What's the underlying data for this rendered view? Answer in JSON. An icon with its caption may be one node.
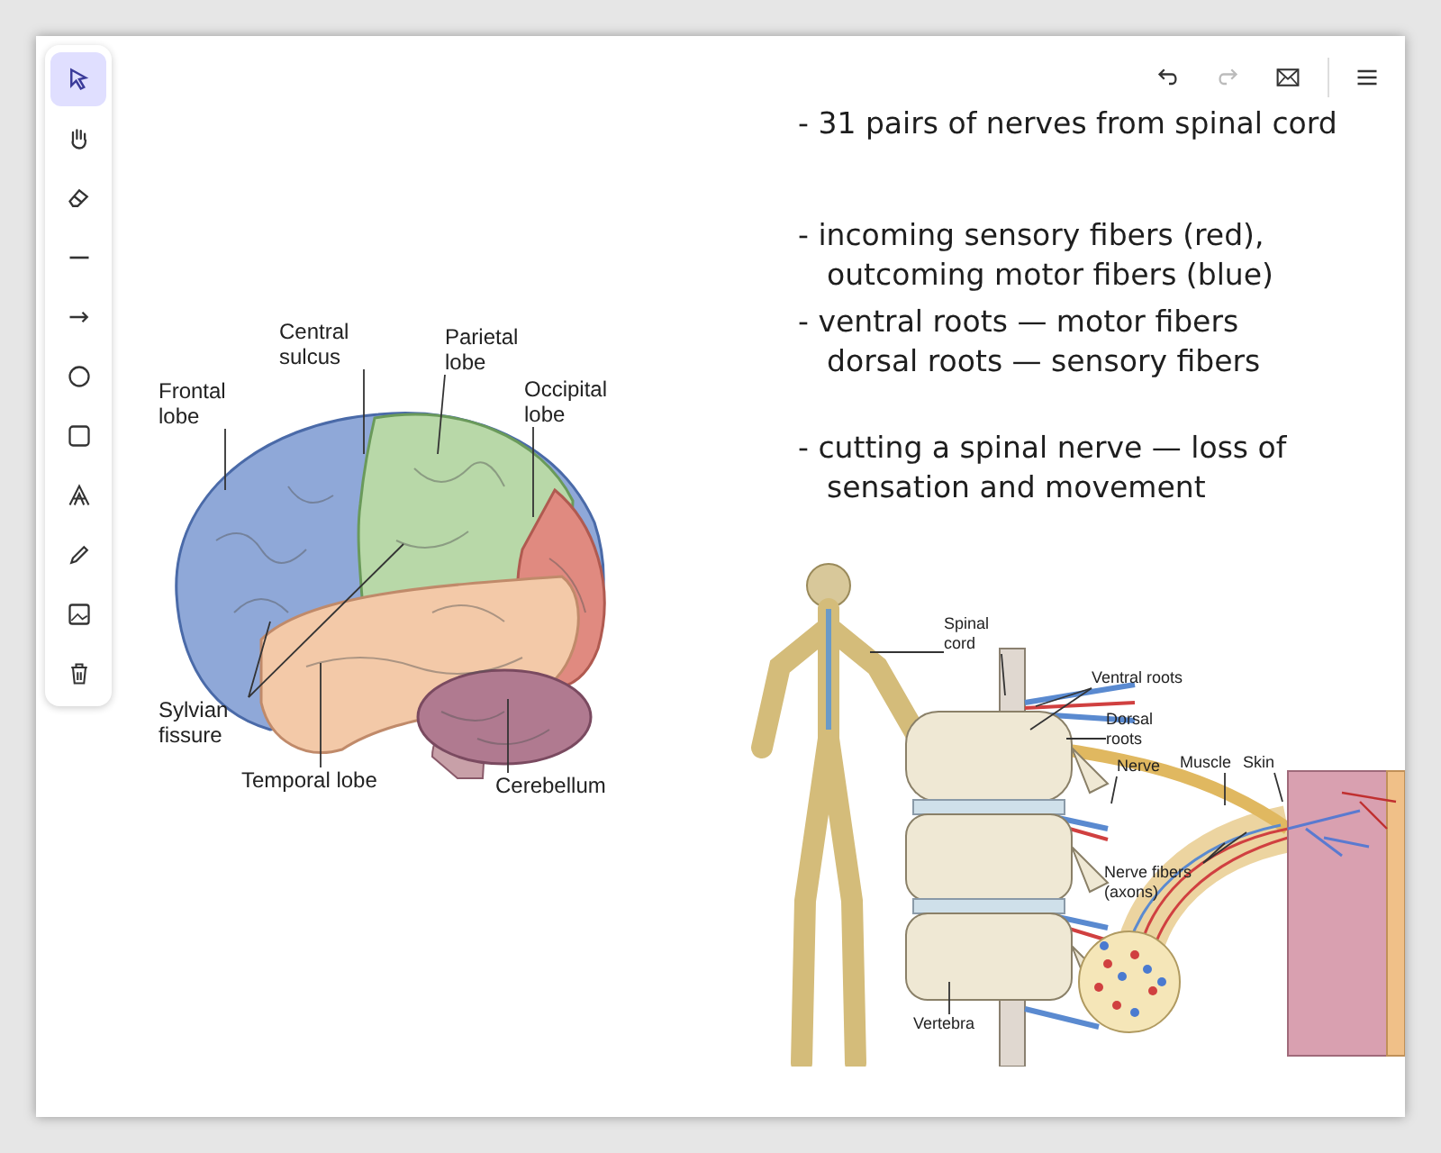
{
  "diagram": {
    "nodes": [
      {
        "text": [
          "Frontal lobe"
        ]
      },
      {
        "text": [
          "Central sulcus"
        ]
      },
      {
        "text": [
          "Parietal lobe"
        ]
      },
      {
        "text": [
          "Occipital lobe"
        ]
      },
      {
        "text": [
          "Sylvian fissure"
        ]
      },
      {
        "text": [
          "Temporal lobe"
        ]
      },
      {
        "text": [
          "Cerebellum"
        ]
      },
      {
        "text": [
          "Spinal cord"
        ]
      },
      {
        "text": [
          "Ventral roots"
        ]
      },
      {
        "text": [
          "Dorsal roots"
        ]
      },
      {
        "text": [
          "Nerve"
        ]
      },
      {
        "text": [
          "Muscle"
        ]
      },
      {
        "text": [
          "Skin"
        ]
      },
      {
        "text": [
          "Nerve fibers (axons)"
        ]
      },
      {
        "text": [
          "Vertebra"
        ]
      }
    ],
    "edges": [
      {
        "from": 0,
        "to": null,
        "arrow": "none"
      },
      {
        "from": 1,
        "to": null,
        "arrow": "none"
      },
      {
        "from": 2,
        "to": null,
        "arrow": "none"
      },
      {
        "from": 3,
        "to": null,
        "arrow": "none"
      },
      {
        "from": 4,
        "to": null,
        "arrow": "none"
      },
      {
        "from": 4,
        "to": null,
        "arrow": "none"
      },
      {
        "from": 5,
        "to": null,
        "arrow": "none"
      },
      {
        "from": 6,
        "to": null,
        "arrow": "none"
      },
      {
        "from": 7,
        "to": null,
        "arrow": "none"
      },
      {
        "from": 7,
        "to": null,
        "arrow": "none"
      },
      {
        "from": 8,
        "to": null,
        "arrow": "none"
      },
      {
        "from": 8,
        "to": null,
        "arrow": "none"
      },
      {
        "from": 9,
        "to": null,
        "arrow": "none"
      },
      {
        "from": 10,
        "to": null,
        "arrow": "none"
      },
      {
        "from": 11,
        "to": null,
        "arrow": "none"
      },
      {
        "from": 12,
        "to": null,
        "arrow": "none"
      },
      {
        "from": 13,
        "to": null,
        "arrow": "none"
      },
      {
        "from": 13,
        "to": null,
        "arrow": "none"
      },
      {
        "from": 14,
        "to": null,
        "arrow": "none"
      }
    ],
    "labels": [
      "- 31 pairs of nerves from spinal cord",
      "- incoming sensory fibers (red), outcoming motor fibers (blue)",
      "- ventral roots — motor fibers",
      "dorsal roots — sensory fibers",
      "- cutting a spinal nerve — loss of sensation and movement"
    ]
  }
}
